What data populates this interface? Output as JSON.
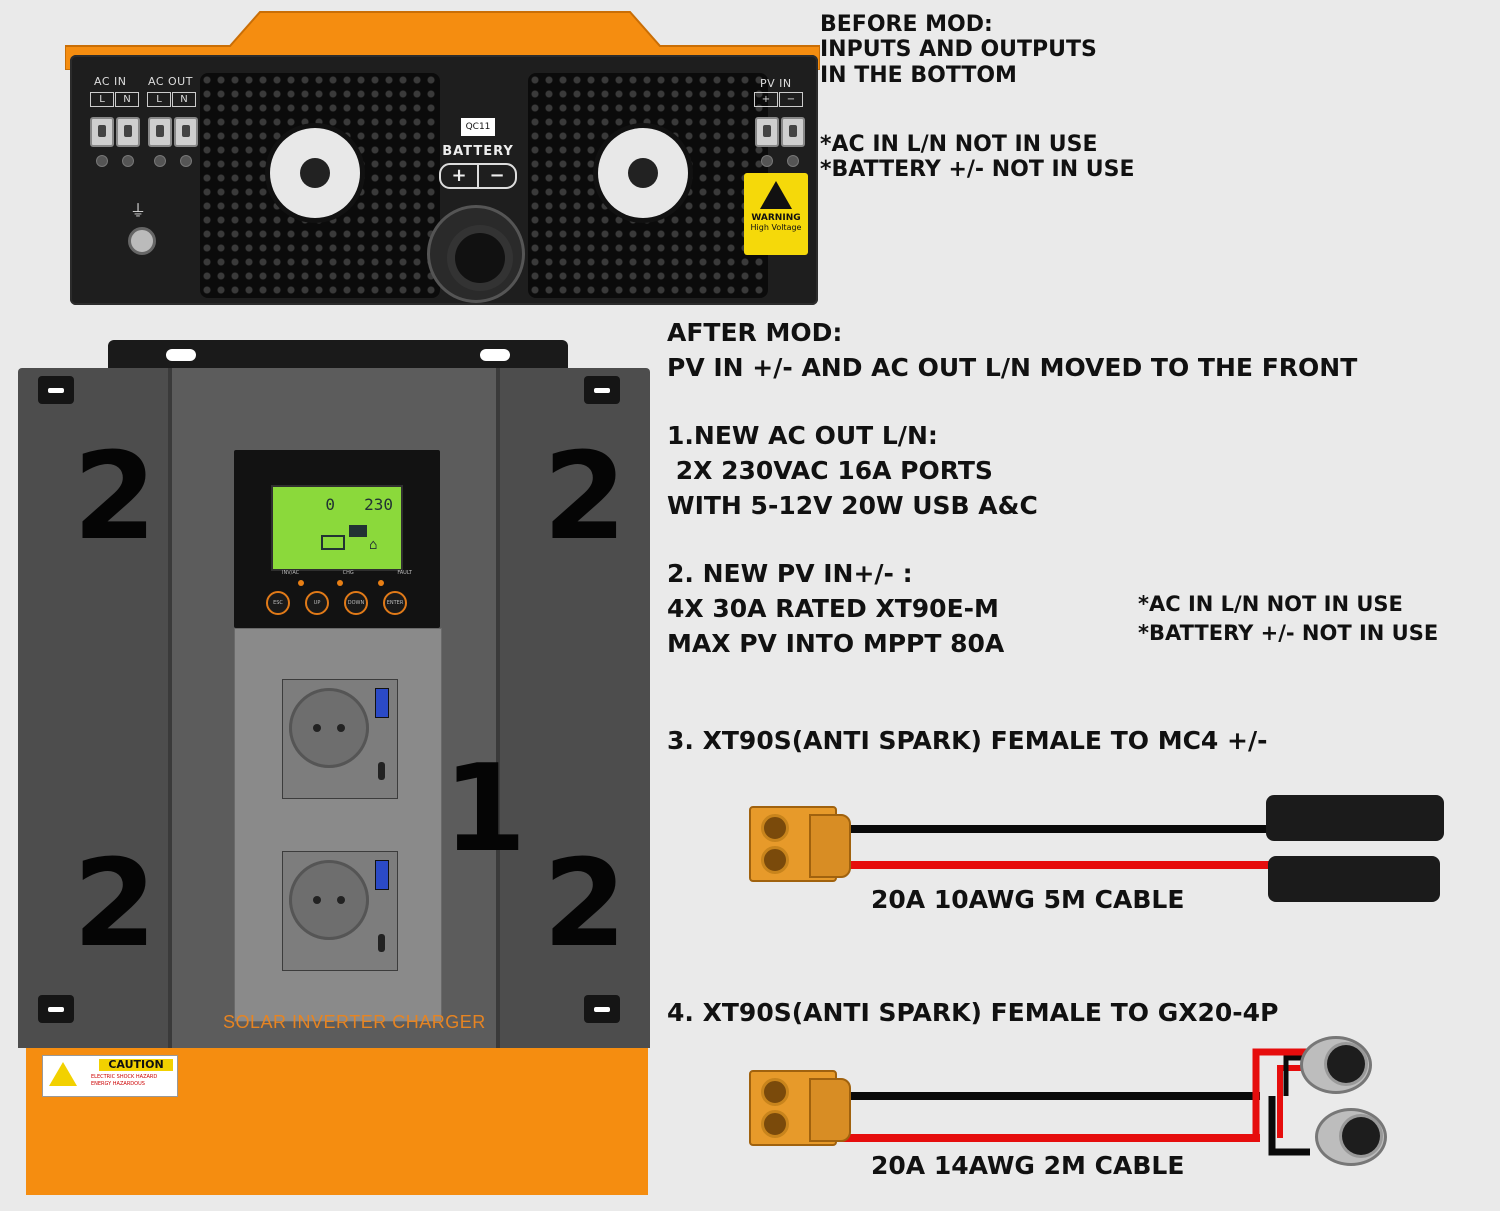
{
  "before": {
    "heading": "BEFORE MOD:\nINPUTS AND OUTPUTS\nIN THE BOTTOM",
    "notes": "*AC IN L/N NOT IN USE\n*BATTERY +/- NOT IN USE",
    "terminals": {
      "ac_in": "AC  IN",
      "ac_out": "AC OUT",
      "pv_in": "PV  IN",
      "l": "L",
      "n": "N",
      "plus": "+",
      "minus": "−"
    },
    "battery": {
      "tag": "QC11",
      "label": "BATTERY",
      "plus": "+",
      "minus": "−"
    },
    "warning": {
      "title": "WARNING",
      "subtitle": "High Voltage"
    }
  },
  "after": {
    "heading": "AFTER MOD:\nPV IN +/- AND AC OUT L/N MOVED TO THE FRONT",
    "item1": "1.NEW AC OUT L/N:\n 2X 230VAC 16A PORTS\nWITH 5-12V 20W USB A&C",
    "item2": "2. NEW PV IN+/- :\n4X 30A RATED XT90E-M\nMAX PV INTO MPPT 80A",
    "notes": "*AC IN L/N NOT IN USE\n*BATTERY +/- NOT IN USE",
    "item3": "3. XT90S(ANTI SPARK) FEMALE TO MC4 +/-",
    "cable3": "20A 10AWG 5M CABLE",
    "item4": "4. XT90S(ANTI SPARK) FEMALE TO GX20-4P",
    "cable4": "20A 14AWG 2M CABLE"
  },
  "device": {
    "markers": {
      "pv_port": "2",
      "ac_port": "1"
    },
    "lcd": {
      "input_value": "0",
      "output_value": "230"
    },
    "buttons": [
      "ESC",
      "UP",
      "DOWN",
      "ENTER"
    ],
    "indicators": [
      "INV/AC",
      "CHG",
      "FAULT"
    ],
    "product_title": "SOLAR INVERTER CHARGER",
    "caution": {
      "title": "CAUTION",
      "text": "ELECTRIC SHOCK HAZARD\nENERGY HAZARDOUS"
    }
  },
  "colors": {
    "orange": "#f58d10",
    "wire_black": "#0a0a0a",
    "wire_red": "#e60d0d",
    "lcd_green": "#8bd93b"
  }
}
